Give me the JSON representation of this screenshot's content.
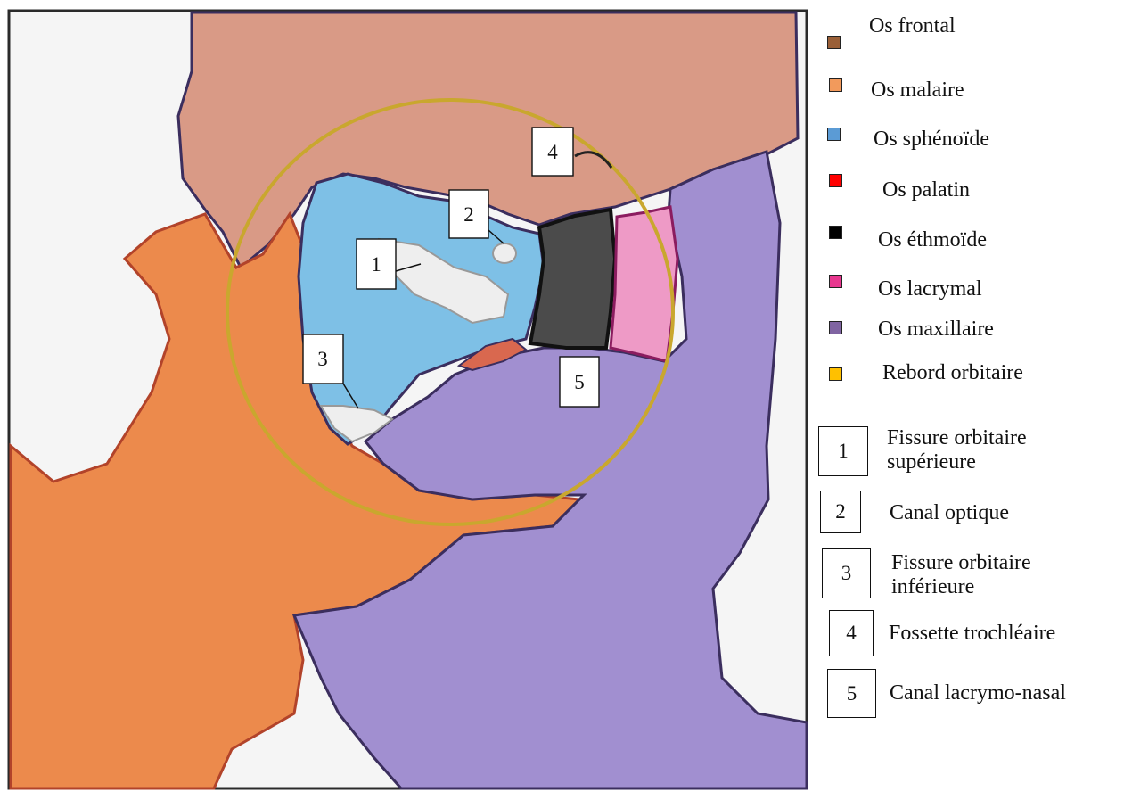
{
  "legend": {
    "bones": [
      {
        "label": "Os frontal",
        "color": "#9a5f37"
      },
      {
        "label": "Os malaire",
        "color": "#f29a5c"
      },
      {
        "label": "Os sphénoïde",
        "color": "#5b9bd5"
      },
      {
        "label": "Os palatin",
        "color": "#ff0000"
      },
      {
        "label": "Os éthmoïde",
        "color": "#000000"
      },
      {
        "label": "Os lacrymal",
        "color": "#e8378f"
      },
      {
        "label": "Os maxillaire",
        "color": "#8064a2"
      },
      {
        "label": "Rebord orbitaire",
        "color": "#ffc000"
      }
    ],
    "landmarks": [
      {
        "number": "1",
        "label_line1": "Fissure orbitaire",
        "label_line2": "supérieure"
      },
      {
        "number": "2",
        "label_line1": "Canal optique",
        "label_line2": ""
      },
      {
        "number": "3",
        "label_line1": "Fissure orbitaire",
        "label_line2": "inférieure"
      },
      {
        "number": "4",
        "label_line1": "Fossette trochléaire",
        "label_line2": ""
      },
      {
        "number": "5",
        "label_line1": "Canal lacrymo-nasal",
        "label_line2": ""
      }
    ]
  },
  "drawing_colors": {
    "frontal": "#d99a86",
    "malaire": "#ec8a4c",
    "sphenoide": "#7ec0e6",
    "palatin": "#d9684f",
    "ethmoide": "#4b4b4b",
    "lacrymal": "#ee9ac6",
    "maxillaire": "#a18fd0",
    "rebord": "#c9a72e",
    "outline_dark": "#3b2e5e",
    "outline_red": "#b2432a"
  }
}
